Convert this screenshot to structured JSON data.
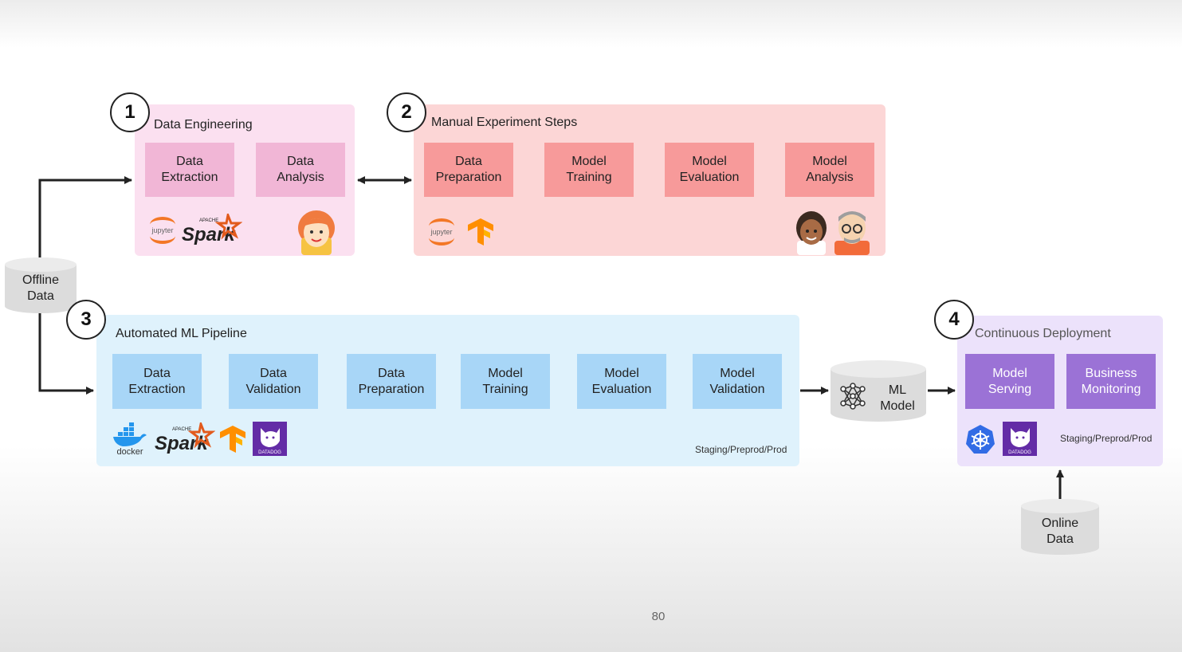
{
  "panels": {
    "p1": {
      "number": "1",
      "title": "Data Engineering",
      "steps": [
        "Data\nExtraction",
        "Data\nAnalysis"
      ]
    },
    "p2": {
      "number": "2",
      "title": "Manual Experiment Steps",
      "steps": [
        "Data\nPreparation",
        "Model\nTraining",
        "Model\nEvaluation",
        "Model\nAnalysis"
      ]
    },
    "p3": {
      "number": "3",
      "title": "Automated ML Pipeline",
      "steps": [
        "Data\nExtraction",
        "Data\nValidation",
        "Data\nPreparation",
        "Model\nTraining",
        "Model\nEvaluation",
        "Model\nValidation"
      ],
      "env": "Staging/Preprod/Prod"
    },
    "p4": {
      "number": "4",
      "title": "Continuous Deployment",
      "steps": [
        "Model\nServing",
        "Business\nMonitoring"
      ],
      "env": "Staging/Preprod/Prod"
    }
  },
  "stores": {
    "offline": "Offline\nData",
    "online": "Online\nData",
    "model": "ML\nModel"
  },
  "logos": {
    "jupyter": "jupyter",
    "spark": "Spark",
    "spark_small": "APACHE",
    "docker": "docker",
    "datadog": "DATADOG"
  },
  "icons": [
    "jupyter-icon",
    "spark-icon",
    "tensorflow-icon",
    "docker-icon",
    "datadog-icon",
    "kubernetes-icon",
    "neural-network-icon",
    "person-avatar-icon"
  ],
  "colors": {
    "p1_bg": "#fbe0f0",
    "p1_step": "#f1b6d6",
    "p2_bg": "#fcd6d6",
    "p2_step": "#f79a9a",
    "p3_bg": "#dff2fc",
    "p3_step": "#a8d6f7",
    "p4_bg": "#ece2fb",
    "p4_step": "#9b72d6"
  },
  "page_number": "80"
}
